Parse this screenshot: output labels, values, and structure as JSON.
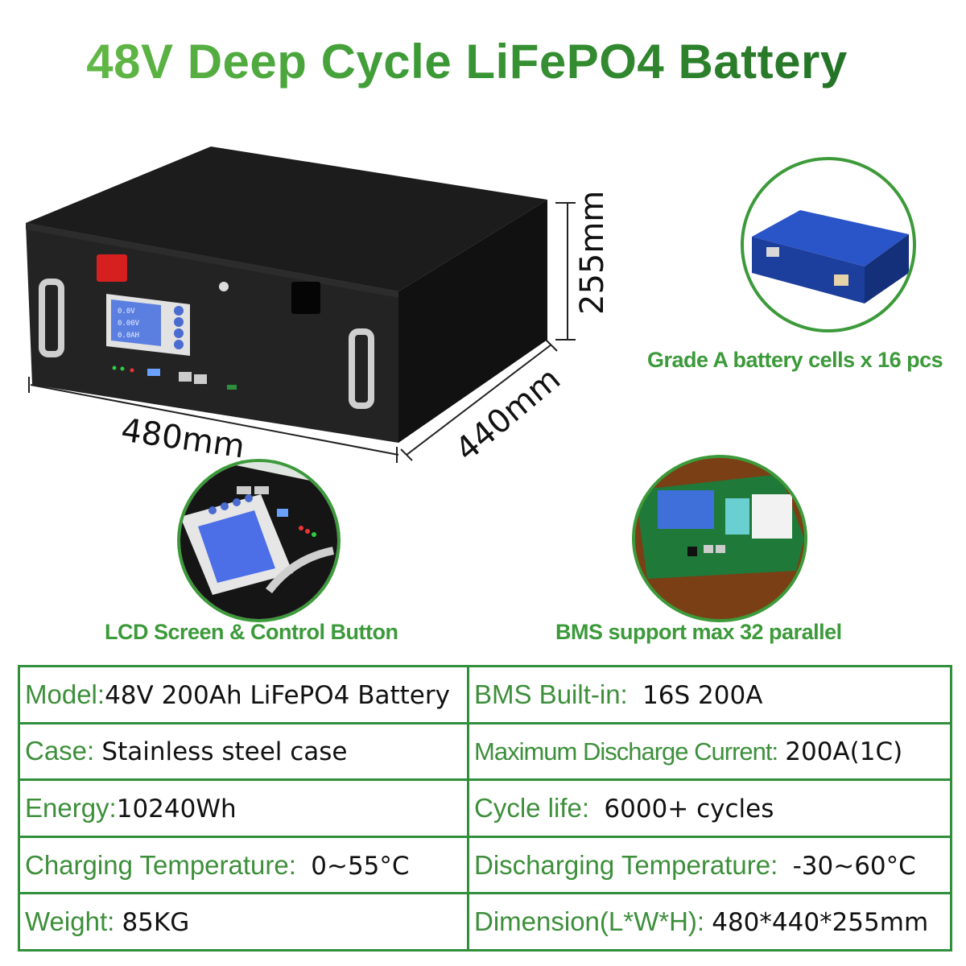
{
  "title": "48V Deep Cycle LiFePO4 Battery",
  "dimensions": {
    "height": "255mm",
    "length": "480mm",
    "width": "440mm"
  },
  "lcd": {
    "line1": "0.0V",
    "line2": "0.00V",
    "line3": "0.0AH"
  },
  "captions": {
    "cells": "Grade A battery cells x 16 pcs",
    "lcd": "LCD Screen & Control Button",
    "bms": "BMS support max 32 parallel"
  },
  "specs": {
    "rows": [
      [
        {
          "label": "Model:",
          "value": "48V 200Ah LiFePO4 Battery"
        },
        {
          "label": "BMS Built-in:",
          "value": "16S 200A"
        }
      ],
      [
        {
          "label": "Case:",
          "value": "Stainless steel case"
        },
        {
          "label": "Maximum Discharge Current:",
          "value": "200A(1C)"
        }
      ],
      [
        {
          "label": "Energy:",
          "value": "10240Wh"
        },
        {
          "label": "Cycle life:",
          "value": "6000+ cycles"
        }
      ],
      [
        {
          "label": "Charging Temperature:",
          "value": "0~55°C"
        },
        {
          "label": "Discharging Temperature:",
          "value": "-30~60°C"
        }
      ],
      [
        {
          "label": "Weight:",
          "value": "85KG"
        },
        {
          "label": "Dimension(L*W*H):",
          "value": "480*440*255mm"
        }
      ]
    ]
  },
  "colors": {
    "accent_green": "#3c9a3a",
    "battery_body": "#141414",
    "handle_silver": "#c9c9c9",
    "cell_blue": "#1f4fbf",
    "pcb_green": "#1f7a3a",
    "lcd_blue": "#5a7fe0"
  }
}
